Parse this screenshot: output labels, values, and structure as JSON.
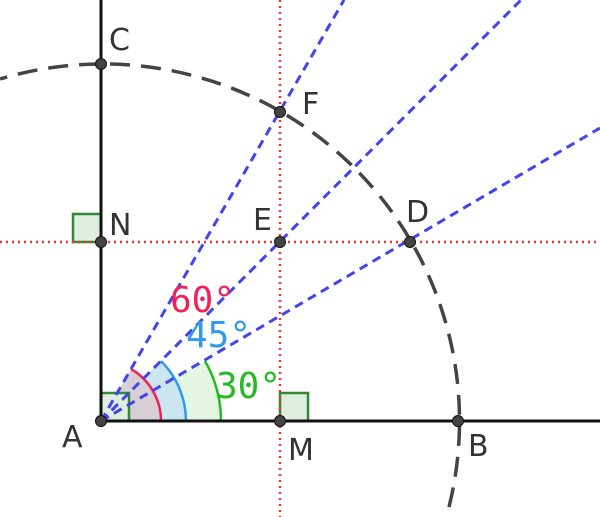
{
  "points": {
    "A": "A",
    "B": "B",
    "C": "C",
    "D": "D",
    "E": "E",
    "F": "F",
    "M": "M",
    "N": "N"
  },
  "angles": {
    "a30": "30°",
    "a45": "45°",
    "a60": "60°"
  },
  "colors": {
    "segment": "#111111",
    "arc": "#444444",
    "ray": "#4444ee",
    "perpendicular": "#ee3333",
    "right_angle": "#338833",
    "right_angle_fill": "#dfefdf",
    "angle30": "#22bb22",
    "angle45": "#3399ee",
    "angle60": "#ee2255",
    "point": "#444444"
  }
}
